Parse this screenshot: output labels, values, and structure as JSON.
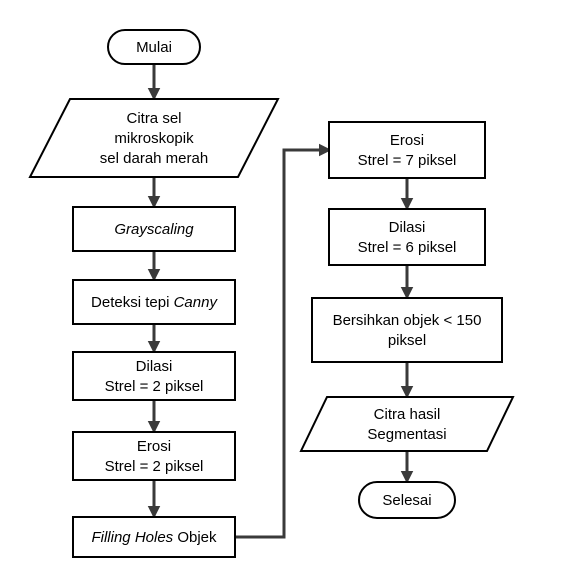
{
  "flowchart": {
    "nodes": {
      "start": {
        "shape": "terminal",
        "lines": [
          "Mulai"
        ]
      },
      "input": {
        "shape": "io",
        "lines": [
          "Citra sel",
          "mikroskopik",
          "sel darah merah"
        ]
      },
      "grayscaling": {
        "shape": "process",
        "lines": [
          [
            {
              "text": "Grayscaling",
              "italic": true
            }
          ]
        ]
      },
      "canny": {
        "shape": "process",
        "lines": [
          [
            {
              "text": "Deteksi tepi "
            },
            {
              "text": "Canny",
              "italic": true
            }
          ]
        ]
      },
      "dilasi1": {
        "shape": "process",
        "lines": [
          "Dilasi",
          "Strel = 2 piksel"
        ]
      },
      "erosi1": {
        "shape": "process",
        "lines": [
          "Erosi",
          "Strel = 2 piksel"
        ]
      },
      "filling": {
        "shape": "process",
        "lines": [
          [
            {
              "text": "Filling Holes",
              "italic": true
            },
            {
              "text": " Objek"
            }
          ]
        ]
      },
      "erosi2": {
        "shape": "process",
        "lines": [
          "Erosi",
          "Strel = 7 piksel"
        ]
      },
      "dilasi2": {
        "shape": "process",
        "lines": [
          "Dilasi",
          "Strel = 6 piksel"
        ]
      },
      "bersihkan": {
        "shape": "process",
        "lines": [
          "Bersihkan objek < 150",
          "piksel"
        ]
      },
      "output": {
        "shape": "io",
        "lines": [
          "Citra hasil",
          "Segmentasi"
        ]
      },
      "end": {
        "shape": "terminal",
        "lines": [
          "Selesai"
        ]
      }
    },
    "edges": [
      [
        "start",
        "input"
      ],
      [
        "input",
        "grayscaling"
      ],
      [
        "grayscaling",
        "canny"
      ],
      [
        "canny",
        "dilasi1"
      ],
      [
        "dilasi1",
        "erosi1"
      ],
      [
        "erosi1",
        "filling"
      ],
      [
        "filling",
        "erosi2"
      ],
      [
        "erosi2",
        "dilasi2"
      ],
      [
        "dilasi2",
        "bersihkan"
      ],
      [
        "bersihkan",
        "output"
      ],
      [
        "output",
        "end"
      ]
    ]
  }
}
